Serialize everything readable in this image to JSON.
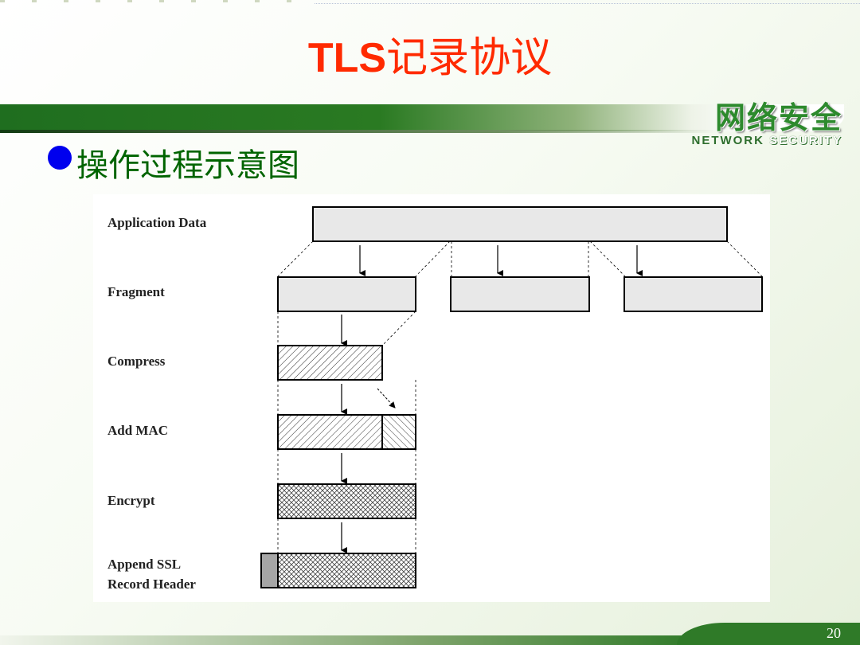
{
  "slide": {
    "title_latin": "TLS",
    "title_cn": "记录协议",
    "bullet": "操作过程示意图",
    "page_number": "20"
  },
  "logo": {
    "cn": "网络安全",
    "en_word1": "NETWORK",
    "en_word2": "SECURITY"
  },
  "diagram": {
    "steps": [
      {
        "label": "Application Data"
      },
      {
        "label": "Fragment"
      },
      {
        "label": "Compress"
      },
      {
        "label": "Add MAC"
      },
      {
        "label": "Encrypt"
      },
      {
        "label": "Append SSL",
        "label2": "Record Header"
      }
    ]
  },
  "colors": {
    "title": "#ff2a00",
    "bullet_text": "#006400",
    "bullet_dot": "#0000ee",
    "brand_green": "#2f7a28",
    "box_fill": "#e8e8e8"
  }
}
